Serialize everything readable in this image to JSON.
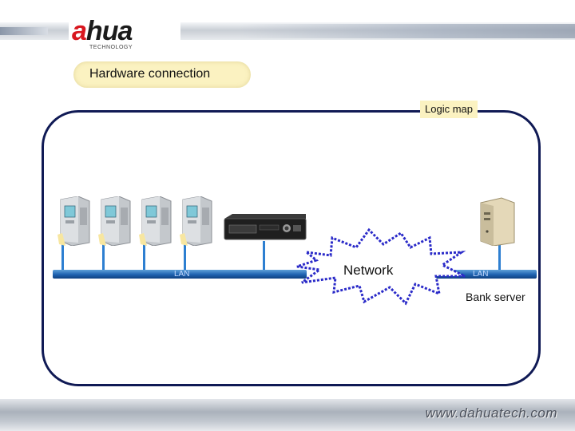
{
  "header": {
    "brand_prefix": "a",
    "brand_rest": "hua",
    "brand_tagline": "TECHNOLOGY",
    "brand_accent": "#d8171f"
  },
  "title_pill": {
    "label": "Hardware connection"
  },
  "diagram": {
    "frame_label": "Logic map",
    "lan_left_label": "LAN",
    "lan_right_label": "LAN",
    "network_label": "Network",
    "server_label": "Bank server",
    "devices": [
      {
        "kind": "atm-icon"
      },
      {
        "kind": "atm-icon"
      },
      {
        "kind": "atm-icon"
      },
      {
        "kind": "atm-icon"
      },
      {
        "kind": "dvr-icon"
      },
      {
        "kind": "server-icon"
      }
    ],
    "colors": {
      "frame": "#101a55",
      "lan": "#1e62b0",
      "cloud_border": "#2a2ac8"
    }
  },
  "footer": {
    "url": "www.dahuatech.com"
  }
}
